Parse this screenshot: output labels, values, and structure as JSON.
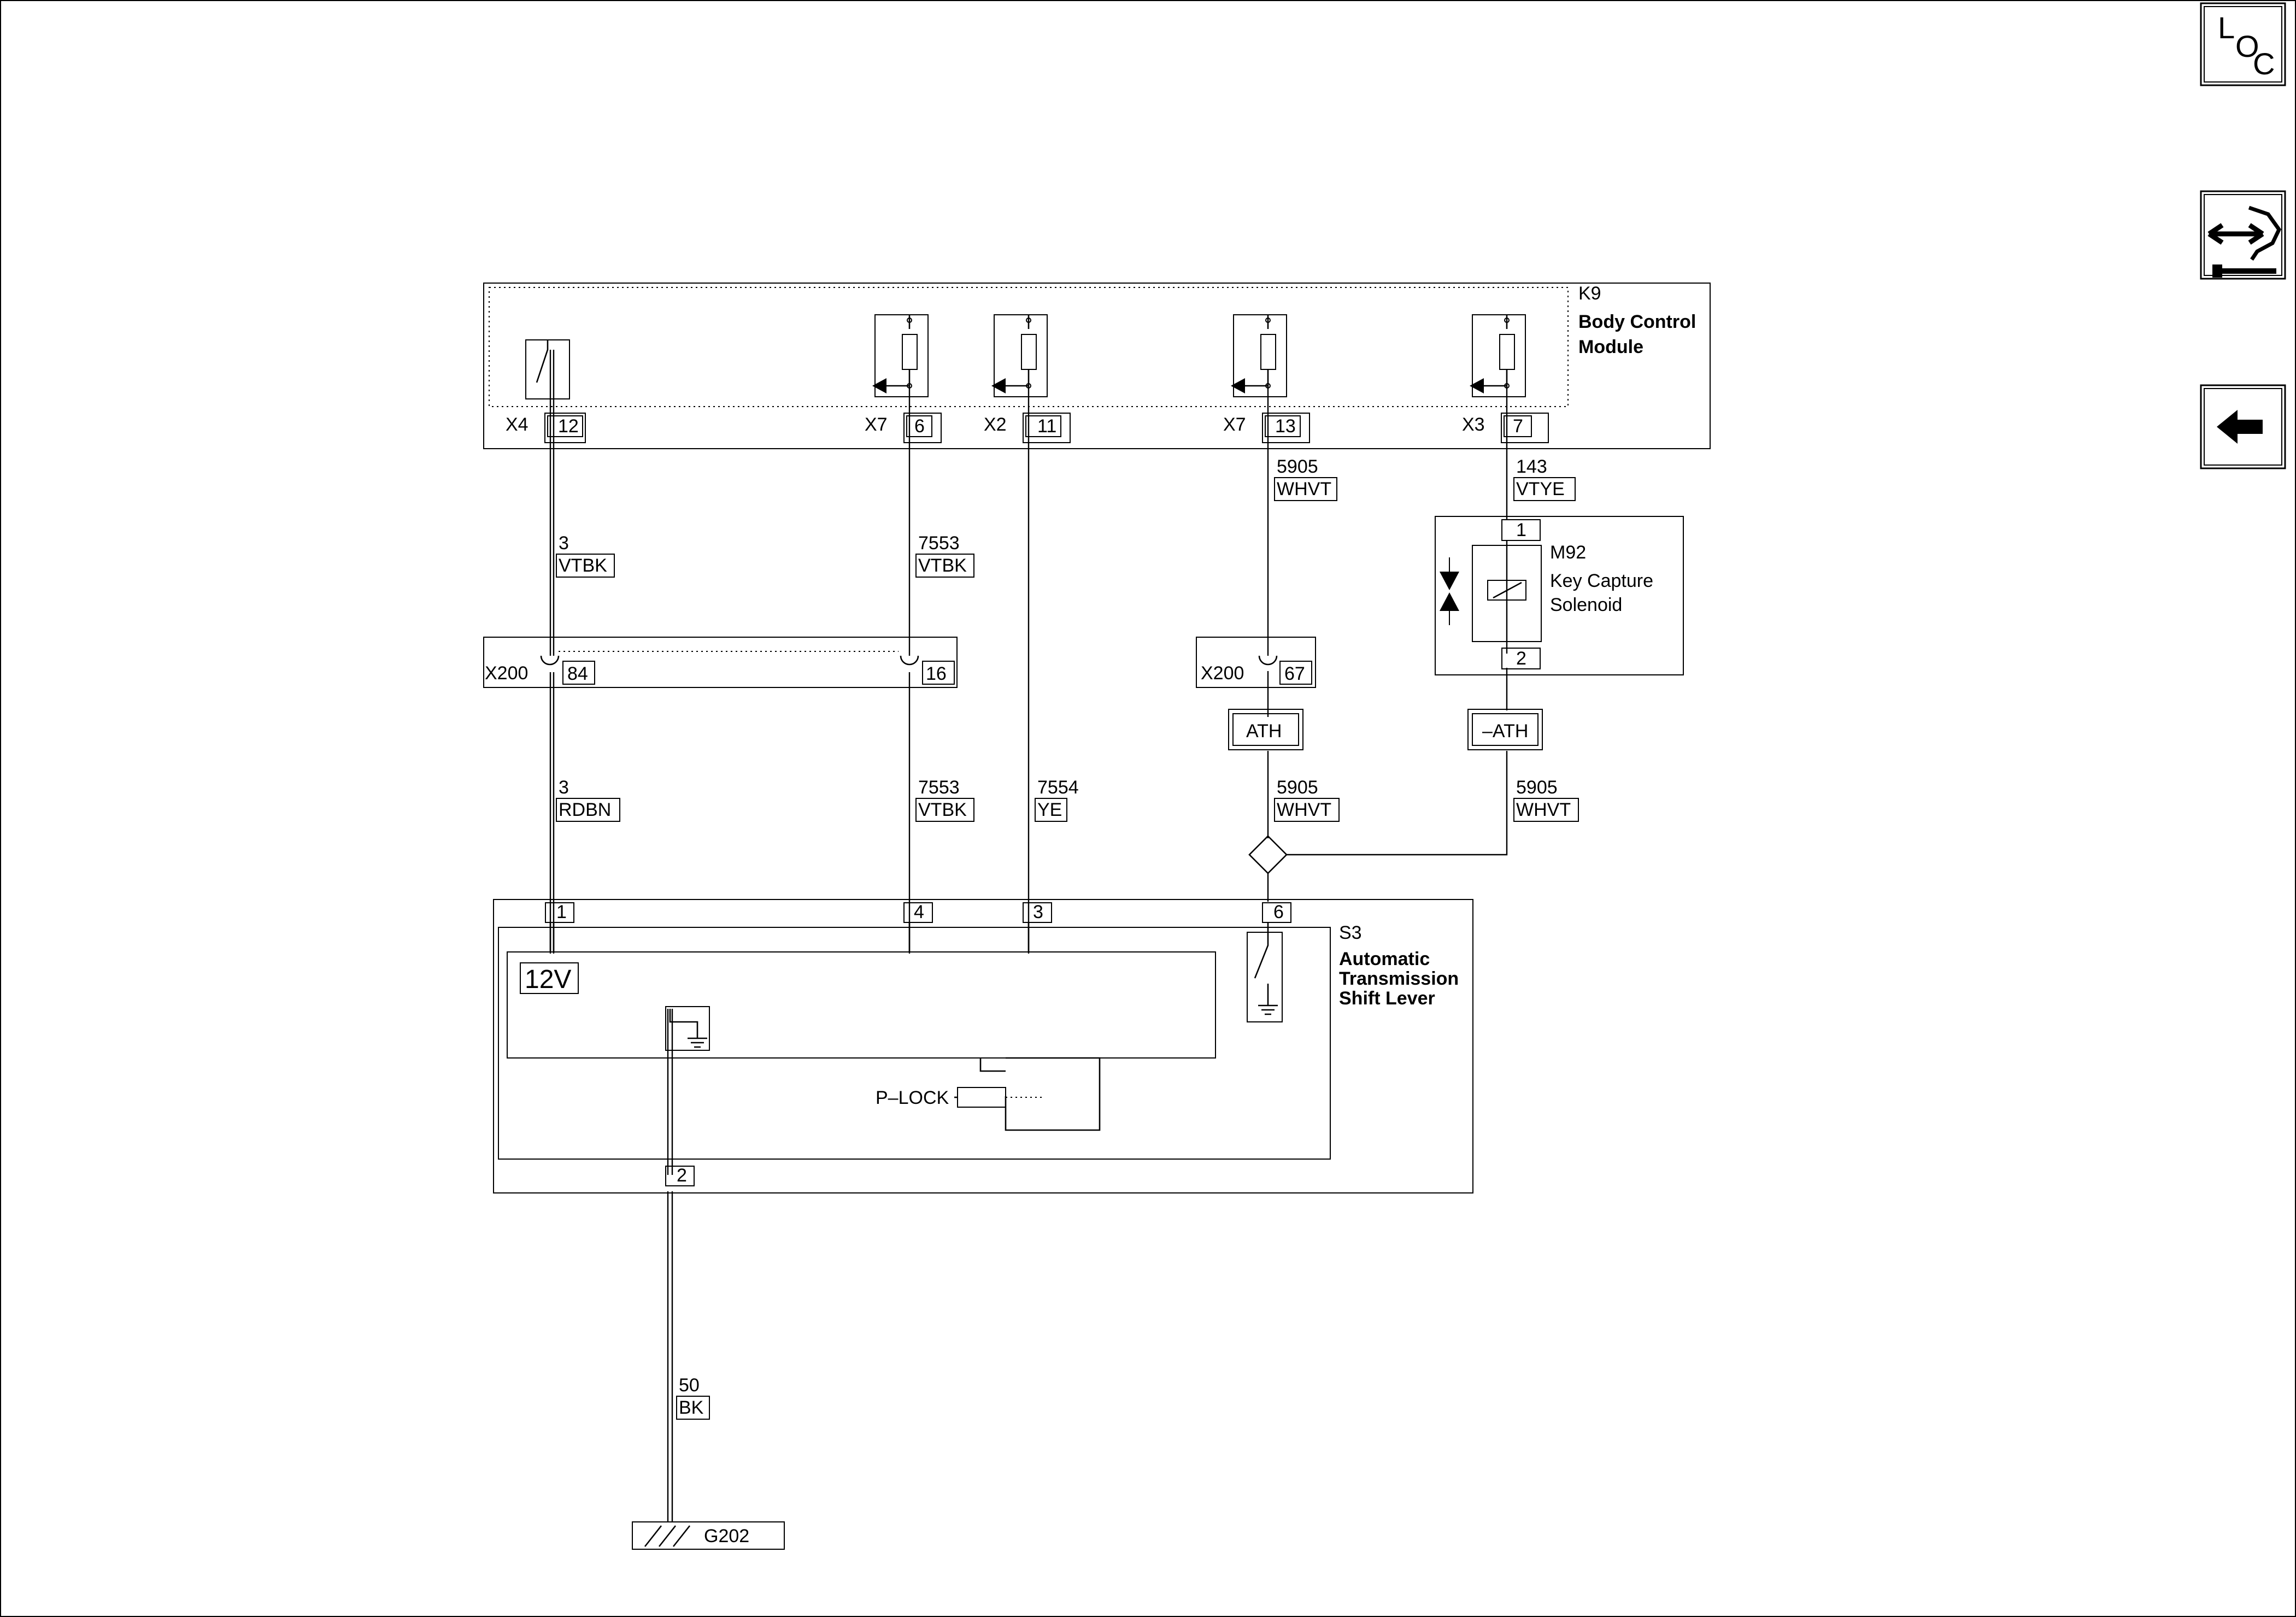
{
  "nav": {
    "loc": {
      "letters": [
        "L",
        "O",
        "C"
      ]
    },
    "connector_icon": "connector-wrench-icon",
    "back_icon": "left-arrow-icon"
  },
  "components": {
    "k9": {
      "ref": "K9",
      "name_line1": "Body Control",
      "name_line2": "Module"
    },
    "m92": {
      "ref": "M92",
      "name_line1": "Key Capture",
      "name_line2": "Solenoid",
      "pin_top": "1",
      "pin_bottom": "2"
    },
    "s3": {
      "ref": "S3",
      "name_line1": "Automatic",
      "name_line2": "Transmission",
      "name_line3": "Shift Lever",
      "supply": "12V",
      "plock": "P–LOCK"
    },
    "g202": {
      "ref": "G202"
    }
  },
  "k9_connectors": [
    {
      "conn": "X4",
      "pin": "12"
    },
    {
      "conn": "X7",
      "pin": "6"
    },
    {
      "conn": "X2",
      "pin": "11"
    },
    {
      "conn": "X7",
      "pin": "13"
    },
    {
      "conn": "X3",
      "pin": "7"
    }
  ],
  "inline_connectors": {
    "x200_a": {
      "conn": "X200",
      "pin_left": "84",
      "pin_right": "16"
    },
    "x200_b": {
      "conn": "X200",
      "pin": "67"
    }
  },
  "options": {
    "ath": "ATH",
    "no_ath": "–ATH"
  },
  "wires": {
    "w1": {
      "circuit": "3",
      "color": "VTBK"
    },
    "w2": {
      "circuit": "7553",
      "color": "VTBK"
    },
    "w3": {
      "circuit": "5905",
      "color": "WHVT"
    },
    "w4": {
      "circuit": "143",
      "color": "VTYE"
    },
    "w5": {
      "circuit": "3",
      "color": "RDBN"
    },
    "w6": {
      "circuit": "7553",
      "color": "VTBK"
    },
    "w7": {
      "circuit": "7554",
      "color": "YE"
    },
    "w8": {
      "circuit": "5905",
      "color": "WHVT"
    },
    "w9": {
      "circuit": "5905",
      "color": "WHVT"
    },
    "w10": {
      "circuit": "50",
      "color": "BK"
    }
  },
  "s3_pins": [
    "1",
    "4",
    "3",
    "6",
    "2"
  ]
}
